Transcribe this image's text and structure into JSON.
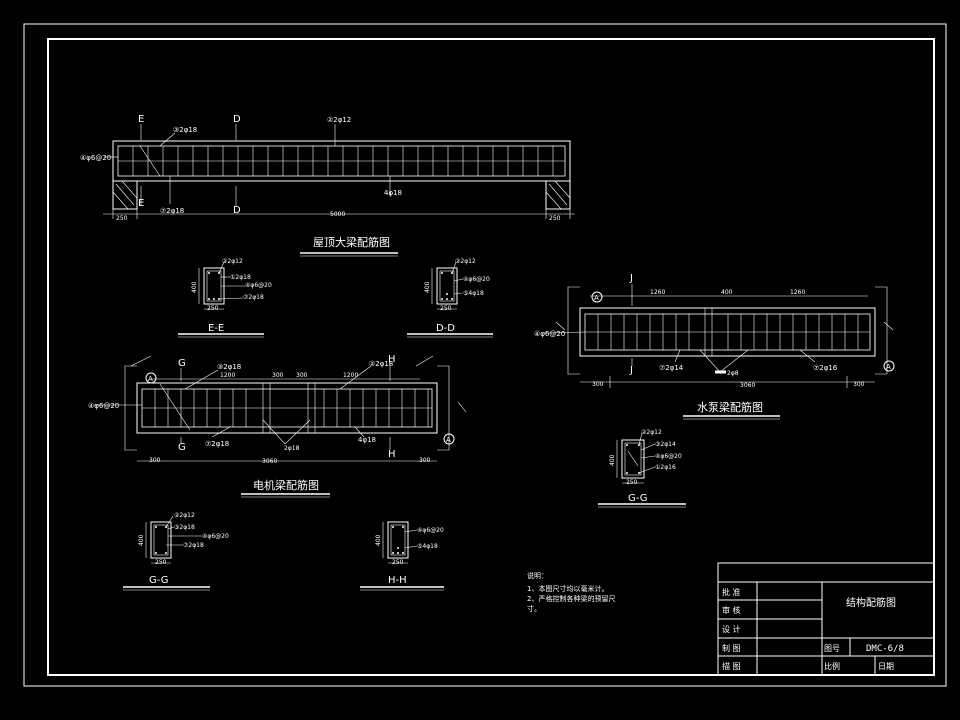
{
  "roof_beam": {
    "title": "屋顶大梁配筋图",
    "sec_mark_left": "E",
    "sec_mark_mid": "D",
    "top_bar_label": "②2φ12",
    "left_top_bar_label": "③2φ18",
    "stirrup_label": "④φ6@20",
    "bottom_bar_label": "⑦2φ18",
    "extra_bar_label": "4φ18",
    "dim_left": "250",
    "dim_mid": "5000",
    "dim_right": "250"
  },
  "section_ee": {
    "title": "E-E",
    "height": "400",
    "width": "250",
    "labels": [
      "②2φ12",
      "①2φ18",
      "④φ6@20",
      "⑦2φ18"
    ]
  },
  "section_dd": {
    "title": "D-D",
    "height": "400",
    "width": "250",
    "labels": [
      "②2φ12",
      "④φ6@20",
      "⑤4φ18"
    ]
  },
  "pump_beam": {
    "title": "水泵梁配筋图",
    "sec_mark": "J",
    "axis_left": "A",
    "axis_right": "A",
    "stirrup_label": "④φ6@20",
    "bottom_left_label": "⑦2φ14",
    "bottom_right_label": "⑦2φ16",
    "mid_label": "2φ8",
    "dim_top_left": "1260",
    "dim_top_mid": "400",
    "dim_top_right": "1260",
    "dim_bottom_left": "300",
    "dim_bottom_mid": "3060",
    "dim_bottom_right": "300"
  },
  "section_gg_right": {
    "title": "G-G",
    "height": "400",
    "width": "250",
    "labels": [
      "②2φ12",
      "③2φ14",
      "④φ6@20",
      "①2φ16"
    ]
  },
  "motor_beam": {
    "title": "电机梁配筋图",
    "sec_mark_left": "G",
    "sec_mark_right": "H",
    "axis_left": "A",
    "axis_right": "A",
    "stirrup_label": "④φ6@20",
    "top_left_label": "③2φ18",
    "top_right_label": "②2φ18",
    "bottom_left_label": "⑦2φ18",
    "bottom_right_label": "4φ18",
    "mid_label": "2φ18",
    "dim_top": [
      "1200",
      "300",
      "300",
      "1200"
    ],
    "dim_bottom_left": "300",
    "dim_bottom_mid": "3060",
    "dim_bottom_right": "300"
  },
  "section_gg_left": {
    "title": "G-G",
    "height": "400",
    "width": "250",
    "labels": [
      "②2φ12",
      "③2φ18",
      "④φ6@20",
      "⑦2φ18"
    ]
  },
  "section_hh": {
    "title": "H-H",
    "height": "400",
    "width": "250",
    "labels": [
      "④φ6@20",
      "⑤4φ18"
    ]
  },
  "notes": {
    "heading": "说明：",
    "line1": "1、本图尺寸均以毫米计。",
    "line2": "2、严格控制各种梁的预留尺",
    "line3": "寸。"
  },
  "title_block": {
    "approve": "批  准",
    "review": "审  核",
    "design": "设  计",
    "draw": "制  图",
    "trace": "描  图",
    "drawing_title": "结构配筋图",
    "drawing_no_label": "图号",
    "drawing_no": "DMC-6/8",
    "scale_label": "比例",
    "date_label": "日期"
  }
}
